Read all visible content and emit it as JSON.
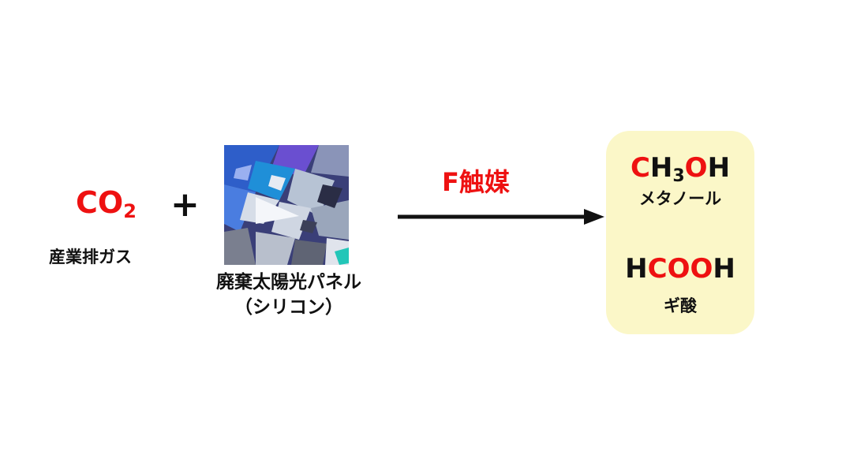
{
  "reactants": {
    "co2": {
      "main": "CO",
      "sub": "2",
      "caption": "産業排ガス"
    },
    "plus": "+",
    "panel": {
      "caption_line1": "廃棄太陽光パネル",
      "caption_line2": "（シリコン）"
    }
  },
  "reaction": {
    "catalyst_label": "F触媒"
  },
  "products": {
    "methanol": {
      "formula": [
        {
          "text": "C",
          "color": "red"
        },
        {
          "text": "H",
          "color": "black"
        },
        {
          "text": "3",
          "color": "black",
          "sub": true
        },
        {
          "text": "O",
          "color": "red"
        },
        {
          "text": "H",
          "color": "black"
        }
      ],
      "name": "メタノール"
    },
    "formic_acid": {
      "formula": [
        {
          "text": "H",
          "color": "black"
        },
        {
          "text": "C",
          "color": "red"
        },
        {
          "text": "O",
          "color": "red"
        },
        {
          "text": "O",
          "color": "red"
        },
        {
          "text": "H",
          "color": "black"
        }
      ],
      "name": "ギ酸"
    }
  },
  "colors": {
    "accent_red": "#ee1111",
    "product_box_bg": "#fbf7c8",
    "text": "#111111"
  }
}
